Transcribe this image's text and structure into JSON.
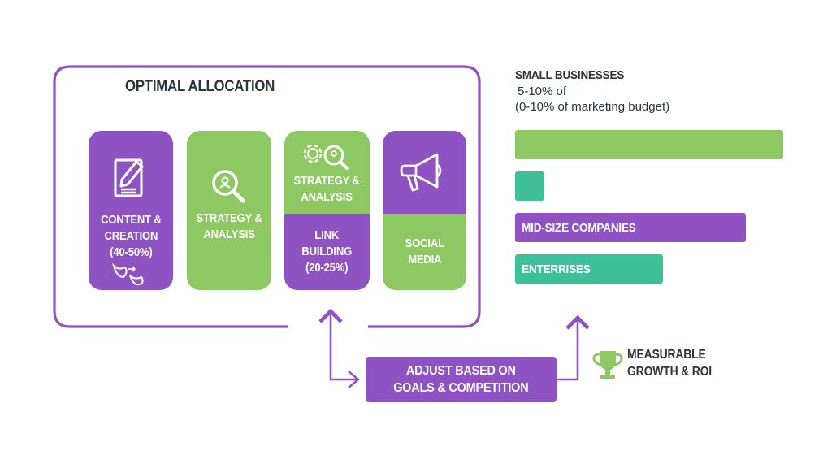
{
  "colors": {
    "purple": "#8e52c2",
    "green": "#8dc863",
    "teal": "#3dbf98",
    "text_dark": "#2c3440",
    "white": "#ffffff"
  },
  "allocation": {
    "title": "OPTIMAL ALLOCATION",
    "cards": [
      {
        "label": "CONTENT &\nCREATION\n(40-50%)",
        "icon": "document-pencil-icon",
        "extra_icon": "twitter-birds-icon",
        "color": "purple"
      },
      {
        "label": "STRATEGY &\nANALYSIS",
        "icon": "magnifier-icon",
        "color": "green"
      },
      {
        "top_label": "STRATEGY &\nANALYSIS",
        "top_icon": "gear-magnifier-icon",
        "top_color": "green",
        "bottom_label": "LINK\nBUILDING\n(20-25%)",
        "bottom_color": "purple"
      },
      {
        "top_icon": "megaphone-icon",
        "top_color": "purple",
        "bottom_label": "SOCIAL\nMEDIA",
        "bottom_color": "green"
      }
    ]
  },
  "budget": {
    "heading": "SMALL BUSINESSES",
    "sub1": "5-10% of",
    "sub2": "(0-10% of marketing budget)",
    "bars": [
      {
        "label": "",
        "color": "green",
        "relative_length": 1.0
      },
      {
        "label": "",
        "color": "teal",
        "relative_length": 0.11
      },
      {
        "label": "MID-SIZE COMPANIES",
        "color": "purple",
        "relative_length": 0.86
      },
      {
        "label": "ENTERRISES",
        "color": "teal",
        "relative_length": 0.55
      }
    ]
  },
  "adjust": {
    "label": "ADJUST BASED ON\nGOALS & COMPETITION"
  },
  "outcome": {
    "label": "MEASURABLE\nGROWTH & ROI",
    "icon": "trophy-icon"
  }
}
